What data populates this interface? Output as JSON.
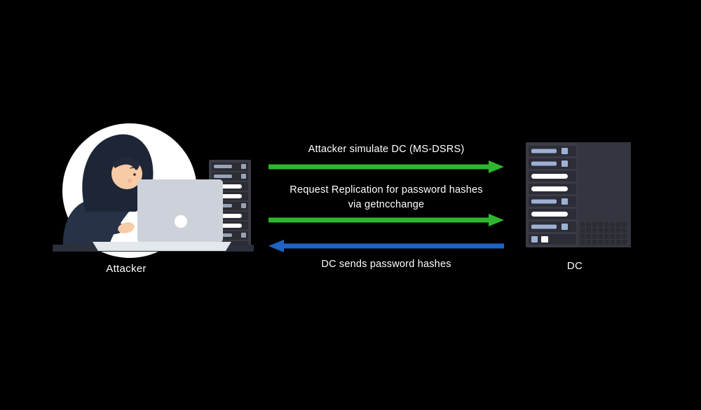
{
  "canvas": {
    "background": "#000000",
    "text_color": "#ffffff"
  },
  "nodes": {
    "attacker": {
      "label": "Attacker",
      "icon": "hooded-attacker-at-laptop-with-server-rack"
    },
    "dc": {
      "label": "DC",
      "icon": "server-rack"
    }
  },
  "messages": [
    {
      "label": "Attacker simulate DC (MS-DSRS)",
      "direction": "left-to-right",
      "color": "#2eb62e"
    },
    {
      "label_line1": "Request Replication for password hashes",
      "label_line2": "via getncchange",
      "direction": "left-to-right",
      "color": "#2eb62e"
    },
    {
      "label": "DC sends password hashes",
      "direction": "right-to-left",
      "color": "#1e63c6"
    }
  ],
  "palette": {
    "arrow_green": "#2eb62e",
    "arrow_blue": "#1e63c6",
    "server_body": "#3b3b46",
    "server_slot": "#2d2d37",
    "slot_bar_blue": "#9db1d4",
    "slot_bar_white": "#ffffff",
    "hood": "#1d2637",
    "cloak": "#273247",
    "skin": "#f7cba6",
    "laptop": "#cdd2da",
    "circle_bg": "#ffffff"
  }
}
